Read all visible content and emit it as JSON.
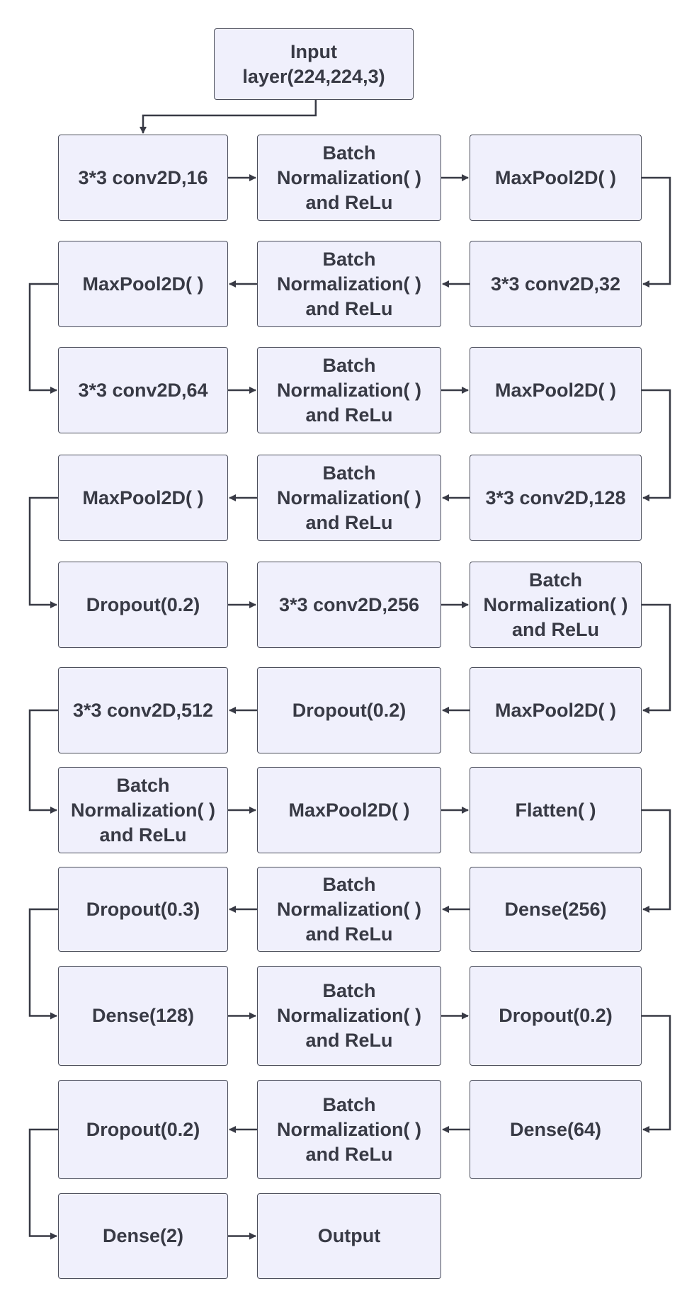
{
  "nodes": [
    {
      "id": "input",
      "label": "Input\nlayer(224,224,3)"
    },
    {
      "id": "r1c1",
      "label": "3*3 conv2D,16"
    },
    {
      "id": "r1c2",
      "label": "Batch\nNormalization( )\nand ReLu"
    },
    {
      "id": "r1c3",
      "label": "MaxPool2D( )"
    },
    {
      "id": "r2c3",
      "label": "3*3 conv2D,32"
    },
    {
      "id": "r2c2",
      "label": "Batch\nNormalization( )\nand ReLu"
    },
    {
      "id": "r2c1",
      "label": "MaxPool2D( )"
    },
    {
      "id": "r3c1",
      "label": "3*3 conv2D,64"
    },
    {
      "id": "r3c2",
      "label": "Batch\nNormalization( )\nand ReLu"
    },
    {
      "id": "r3c3",
      "label": "MaxPool2D( )"
    },
    {
      "id": "r4c3",
      "label": "3*3 conv2D,128"
    },
    {
      "id": "r4c2",
      "label": "Batch\nNormalization( )\nand ReLu"
    },
    {
      "id": "r4c1",
      "label": "MaxPool2D( )"
    },
    {
      "id": "r5c1",
      "label": "Dropout(0.2)"
    },
    {
      "id": "r5c2",
      "label": "3*3 conv2D,256"
    },
    {
      "id": "r5c3",
      "label": "Batch\nNormalization( )\nand ReLu"
    },
    {
      "id": "r6c3",
      "label": "MaxPool2D( )"
    },
    {
      "id": "r6c2",
      "label": "Dropout(0.2)"
    },
    {
      "id": "r6c1",
      "label": "3*3 conv2D,512"
    },
    {
      "id": "r7c1",
      "label": "Batch\nNormalization( )\nand ReLu"
    },
    {
      "id": "r7c2",
      "label": "MaxPool2D( )"
    },
    {
      "id": "r7c3",
      "label": "Flatten( )"
    },
    {
      "id": "r8c3",
      "label": "Dense(256)"
    },
    {
      "id": "r8c2",
      "label": "Batch\nNormalization( )\nand ReLu"
    },
    {
      "id": "r8c1",
      "label": "Dropout(0.3)"
    },
    {
      "id": "r9c1",
      "label": "Dense(128)"
    },
    {
      "id": "r9c2",
      "label": "Batch\nNormalization( )\nand ReLu"
    },
    {
      "id": "r9c3",
      "label": "Dropout(0.2)"
    },
    {
      "id": "r10c3",
      "label": "Dense(64)"
    },
    {
      "id": "r10c2",
      "label": "Batch\nNormalization( )\nand ReLu"
    },
    {
      "id": "r10c1",
      "label": "Dropout(0.2)"
    },
    {
      "id": "r11c1",
      "label": "Dense(2)"
    },
    {
      "id": "r11c2",
      "label": "Output"
    }
  ],
  "edges": [
    [
      "input",
      "r1c1"
    ],
    [
      "r1c1",
      "r1c2"
    ],
    [
      "r1c2",
      "r1c3"
    ],
    [
      "r1c3",
      "r2c3"
    ],
    [
      "r2c3",
      "r2c2"
    ],
    [
      "r2c2",
      "r2c1"
    ],
    [
      "r2c1",
      "r3c1"
    ],
    [
      "r3c1",
      "r3c2"
    ],
    [
      "r3c2",
      "r3c3"
    ],
    [
      "r3c3",
      "r4c3"
    ],
    [
      "r4c3",
      "r4c2"
    ],
    [
      "r4c2",
      "r4c1"
    ],
    [
      "r4c1",
      "r5c1"
    ],
    [
      "r5c1",
      "r5c2"
    ],
    [
      "r5c2",
      "r5c3"
    ],
    [
      "r5c3",
      "r6c3"
    ],
    [
      "r6c3",
      "r6c2"
    ],
    [
      "r6c2",
      "r6c1"
    ],
    [
      "r6c1",
      "r7c1"
    ],
    [
      "r7c1",
      "r7c2"
    ],
    [
      "r7c2",
      "r7c3"
    ],
    [
      "r7c3",
      "r8c3"
    ],
    [
      "r8c3",
      "r8c2"
    ],
    [
      "r8c2",
      "r8c1"
    ],
    [
      "r8c1",
      "r9c1"
    ],
    [
      "r9c1",
      "r9c2"
    ],
    [
      "r9c2",
      "r9c3"
    ],
    [
      "r9c3",
      "r10c3"
    ],
    [
      "r10c3",
      "r10c2"
    ],
    [
      "r10c2",
      "r10c1"
    ],
    [
      "r10c1",
      "r11c1"
    ],
    [
      "r11c1",
      "r11c2"
    ]
  ],
  "colors": {
    "node_fill": "#f0f0fc",
    "node_border": "#4a4d5a",
    "text": "#383a45",
    "connector": "#383a45"
  }
}
